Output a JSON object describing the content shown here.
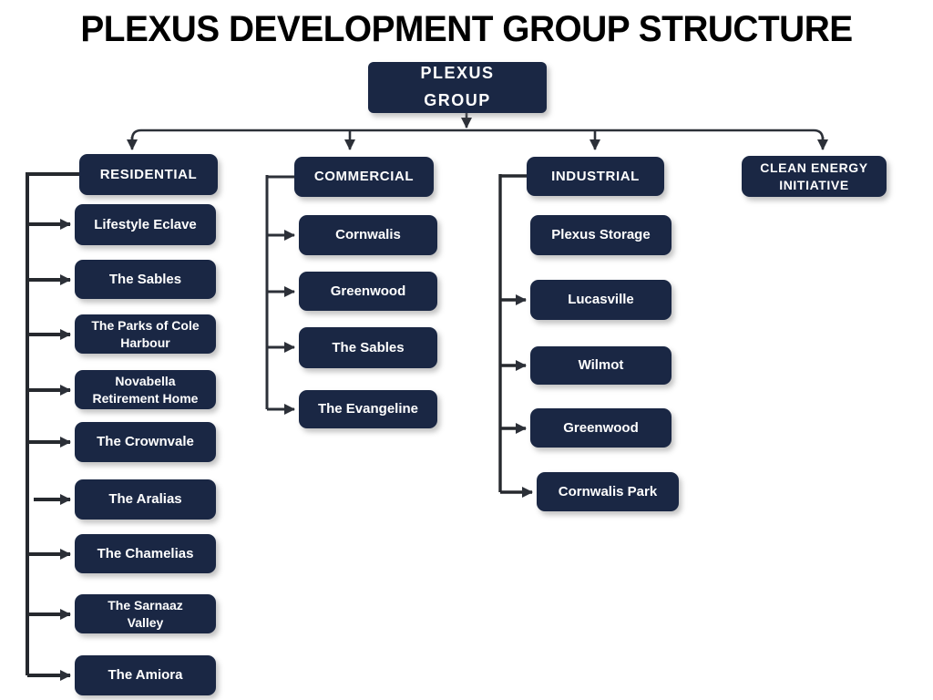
{
  "title": "PLEXUS DEVELOPMENT GROUP STRUCTURE",
  "root": {
    "label": "PLEXUS\nGROUP"
  },
  "branches": {
    "residential": {
      "label": "RESIDENTIAL",
      "children": [
        "Lifestyle Eclave",
        "The Sables",
        "The Parks of Cole\nHarbour",
        "Novabella\nRetirement Home",
        "The Crownvale",
        "The Aralias",
        "The Chamelias",
        "The Sarnaaz\nValley",
        "The Amiora"
      ]
    },
    "commercial": {
      "label": "COMMERCIAL",
      "children": [
        "Cornwalis",
        "Greenwood",
        "The Sables",
        "The Evangeline"
      ]
    },
    "industrial": {
      "label": "INDUSTRIAL",
      "children": [
        "Plexus Storage",
        "Lucasville",
        "Wilmot",
        "Greenwood",
        "Cornwalis Park"
      ]
    },
    "clean_energy": {
      "label": "CLEAN ENERGY\nINITIATIVE",
      "children": []
    }
  },
  "colors": {
    "node_bg": "#1a2744",
    "node_text": "#ffffff",
    "connector": "#2c3038",
    "title_text": "#000000",
    "highlight_outline": "#b9b9b9"
  }
}
